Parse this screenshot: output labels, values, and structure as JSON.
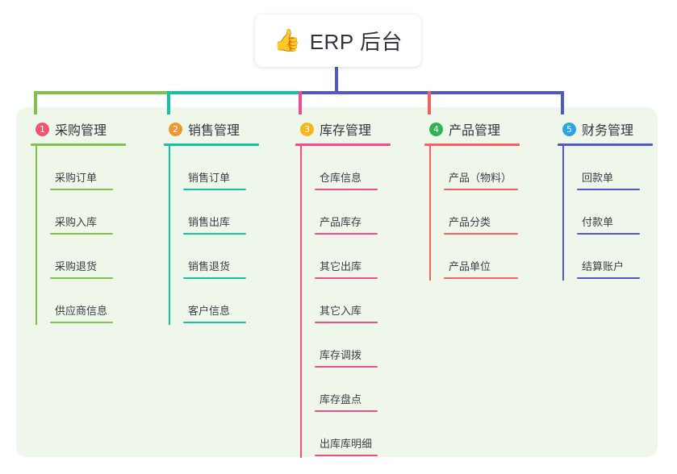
{
  "root": {
    "icon": "thumbs-up-icon",
    "emoji": "👍",
    "title": "ERP 后台"
  },
  "palette": {
    "panel_bg": "#eef7e9",
    "page_bg": "#ffffff",
    "card_bg": "#ffffff",
    "text": "#33373f",
    "stem": "#4f58c4",
    "connector_green": "#7dc24b",
    "connector_teal": "#16c1a5",
    "connector_blue": "#4f58c4",
    "drop_green": "#7dc24b",
    "drop_teal": "#16c1a5",
    "drop_pink": "#ef4d8e",
    "drop_red": "#f4615f",
    "drop_blue": "#4f58c4"
  },
  "columns": [
    {
      "number": "1",
      "label": "采购管理",
      "badge_color": "#f2536d",
      "line_color": "#7dc24b",
      "rule_width": 118,
      "leaf_rule_width": 78,
      "items": [
        {
          "label": "采购订单"
        },
        {
          "label": "采购入库"
        },
        {
          "label": "采购退货"
        },
        {
          "label": "供应商信息"
        }
      ]
    },
    {
      "number": "2",
      "label": "销售管理",
      "badge_color": "#f0962f",
      "line_color": "#16c1a5",
      "rule_width": 118,
      "leaf_rule_width": 78,
      "items": [
        {
          "label": "销售订单"
        },
        {
          "label": "销售出库"
        },
        {
          "label": "销售退货"
        },
        {
          "label": "客户信息"
        }
      ]
    },
    {
      "number": "3",
      "label": "库存管理",
      "badge_color": "#f5b71d",
      "line_color": "#ef4d8e",
      "rule_width": 118,
      "leaf_rule_width": 78,
      "items": [
        {
          "label": "仓库信息"
        },
        {
          "label": "产品库存"
        },
        {
          "label": "其它出库"
        },
        {
          "label": "其它入库"
        },
        {
          "label": "库存调拨"
        },
        {
          "label": "库存盘点"
        },
        {
          "label": "出库库明细"
        }
      ]
    },
    {
      "number": "4",
      "label": "产品管理",
      "badge_color": "#2fb355",
      "line_color": "#f4615f",
      "rule_width": 118,
      "leaf_rule_width": 92,
      "items": [
        {
          "label": "产品（物料）"
        },
        {
          "label": "产品分类"
        },
        {
          "label": "产品单位"
        }
      ]
    },
    {
      "number": "5",
      "label": "财务管理",
      "badge_color": "#2ba6e0",
      "line_color": "#4f58c4",
      "rule_width": 118,
      "leaf_rule_width": 78,
      "items": [
        {
          "label": "回款单"
        },
        {
          "label": "付款单"
        },
        {
          "label": "结算账户"
        }
      ]
    }
  ]
}
